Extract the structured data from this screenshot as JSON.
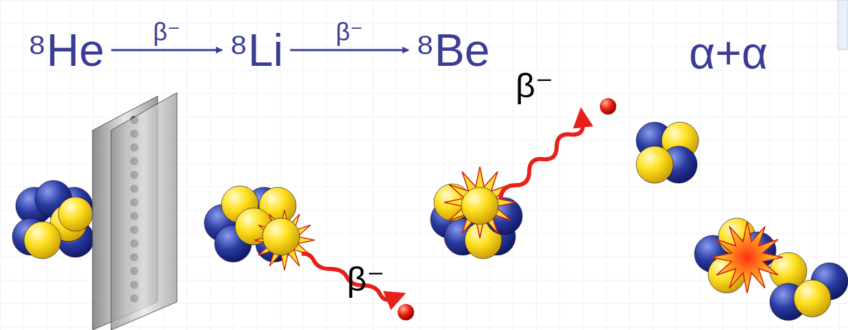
{
  "diagram": {
    "nodes": [
      {
        "text": [
          "⁸He"
        ]
      },
      {
        "text": [
          "⁸Li"
        ]
      },
      {
        "text": [
          "⁸Be"
        ]
      }
    ],
    "edges": [
      {
        "from": 0,
        "to": 1,
        "arrow": "to",
        "label": "β⁻"
      },
      {
        "from": 1,
        "to": 2,
        "arrow": "to",
        "label": "β⁻"
      }
    ],
    "labels": [
      "α+α",
      "β⁻",
      "β⁻"
    ]
  }
}
